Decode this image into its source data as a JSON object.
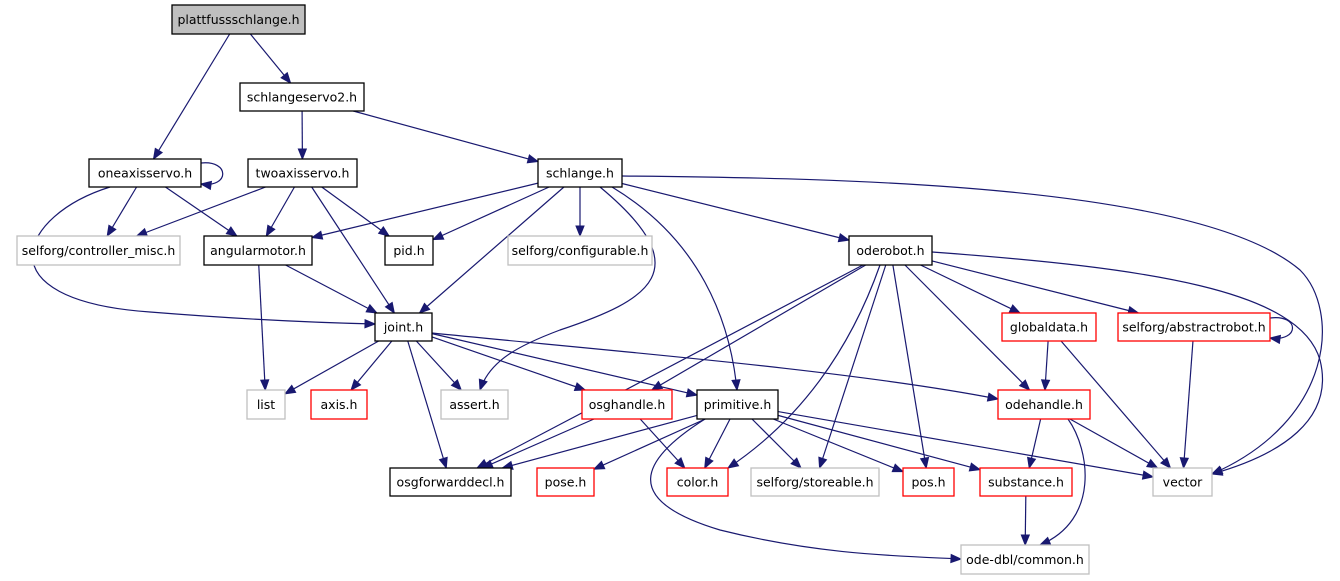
{
  "colors": {
    "edge": "#191970",
    "root_fill": "#bfbfbf",
    "normal_border": "#000000",
    "truncated_border": "#ff0000",
    "external_border": "#bfbfbf",
    "external_text": "#000000"
  },
  "nodes": {
    "plattfussschlange": {
      "label": "plattfussschlange.h",
      "kind": "root"
    },
    "schlangeservo2": {
      "label": "schlangeservo2.h",
      "kind": "normal"
    },
    "oneaxisservo": {
      "label": "oneaxisservo.h",
      "kind": "normal"
    },
    "twoaxisservo": {
      "label": "twoaxisservo.h",
      "kind": "normal"
    },
    "schlange": {
      "label": "schlange.h",
      "kind": "normal"
    },
    "controller_misc": {
      "label": "selforg/controller_misc.h",
      "kind": "external"
    },
    "angularmotor": {
      "label": "angularmotor.h",
      "kind": "normal"
    },
    "pid": {
      "label": "pid.h",
      "kind": "normal"
    },
    "configurable": {
      "label": "selforg/configurable.h",
      "kind": "external"
    },
    "oderobot": {
      "label": "oderobot.h",
      "kind": "normal"
    },
    "joint": {
      "label": "joint.h",
      "kind": "normal"
    },
    "globaldata": {
      "label": "globaldata.h",
      "kind": "truncated"
    },
    "abstractrobot": {
      "label": "selforg/abstractrobot.h",
      "kind": "truncated"
    },
    "list": {
      "label": "list",
      "kind": "external"
    },
    "axis": {
      "label": "axis.h",
      "kind": "truncated"
    },
    "assert": {
      "label": "assert.h",
      "kind": "external"
    },
    "osghandle": {
      "label": "osghandle.h",
      "kind": "truncated"
    },
    "primitive": {
      "label": "primitive.h",
      "kind": "normal"
    },
    "odehandle": {
      "label": "odehandle.h",
      "kind": "truncated"
    },
    "osgforwarddecl": {
      "label": "osgforwarddecl.h",
      "kind": "normal"
    },
    "pose": {
      "label": "pose.h",
      "kind": "truncated"
    },
    "color": {
      "label": "color.h",
      "kind": "truncated"
    },
    "storeable": {
      "label": "selforg/storeable.h",
      "kind": "external"
    },
    "pos": {
      "label": "pos.h",
      "kind": "truncated"
    },
    "substance": {
      "label": "substance.h",
      "kind": "truncated"
    },
    "vector": {
      "label": "vector",
      "kind": "external"
    },
    "common": {
      "label": "ode-dbl/common.h",
      "kind": "external"
    }
  },
  "edges": [
    [
      "plattfussschlange",
      "schlangeservo2"
    ],
    [
      "plattfussschlange",
      "oneaxisservo"
    ],
    [
      "schlangeservo2",
      "twoaxisservo"
    ],
    [
      "schlangeservo2",
      "schlange"
    ],
    [
      "oneaxisservo",
      "oneaxisservo"
    ],
    [
      "oneaxisservo",
      "controller_misc"
    ],
    [
      "oneaxisservo",
      "angularmotor"
    ],
    [
      "oneaxisservo",
      "joint"
    ],
    [
      "twoaxisservo",
      "controller_misc"
    ],
    [
      "twoaxisservo",
      "angularmotor"
    ],
    [
      "twoaxisservo",
      "pid"
    ],
    [
      "twoaxisservo",
      "joint"
    ],
    [
      "schlange",
      "angularmotor"
    ],
    [
      "schlange",
      "pid"
    ],
    [
      "schlange",
      "configurable"
    ],
    [
      "schlange",
      "oderobot"
    ],
    [
      "schlange",
      "joint"
    ],
    [
      "schlange",
      "assert"
    ],
    [
      "schlange",
      "primitive"
    ],
    [
      "schlange",
      "vector"
    ],
    [
      "angularmotor",
      "joint"
    ],
    [
      "angularmotor",
      "list"
    ],
    [
      "joint",
      "list"
    ],
    [
      "joint",
      "axis"
    ],
    [
      "joint",
      "assert"
    ],
    [
      "joint",
      "osghandle"
    ],
    [
      "joint",
      "primitive"
    ],
    [
      "joint",
      "odehandle"
    ],
    [
      "joint",
      "osgforwarddecl"
    ],
    [
      "oderobot",
      "osgforwarddecl"
    ],
    [
      "oderobot",
      "osghandle"
    ],
    [
      "oderobot",
      "color"
    ],
    [
      "oderobot",
      "storeable"
    ],
    [
      "oderobot",
      "pos"
    ],
    [
      "oderobot",
      "odehandle"
    ],
    [
      "oderobot",
      "globaldata"
    ],
    [
      "oderobot",
      "abstractrobot"
    ],
    [
      "oderobot",
      "vector"
    ],
    [
      "globaldata",
      "odehandle"
    ],
    [
      "globaldata",
      "vector"
    ],
    [
      "abstractrobot",
      "abstractrobot"
    ],
    [
      "abstractrobot",
      "vector"
    ],
    [
      "osghandle",
      "osgforwarddecl"
    ],
    [
      "osghandle",
      "color"
    ],
    [
      "primitive",
      "osgforwarddecl"
    ],
    [
      "primitive",
      "pose"
    ],
    [
      "primitive",
      "color"
    ],
    [
      "primitive",
      "storeable"
    ],
    [
      "primitive",
      "pos"
    ],
    [
      "primitive",
      "substance"
    ],
    [
      "primitive",
      "vector"
    ],
    [
      "primitive",
      "common"
    ],
    [
      "odehandle",
      "substance"
    ],
    [
      "odehandle",
      "vector"
    ],
    [
      "odehandle",
      "common"
    ],
    [
      "substance",
      "common"
    ]
  ]
}
